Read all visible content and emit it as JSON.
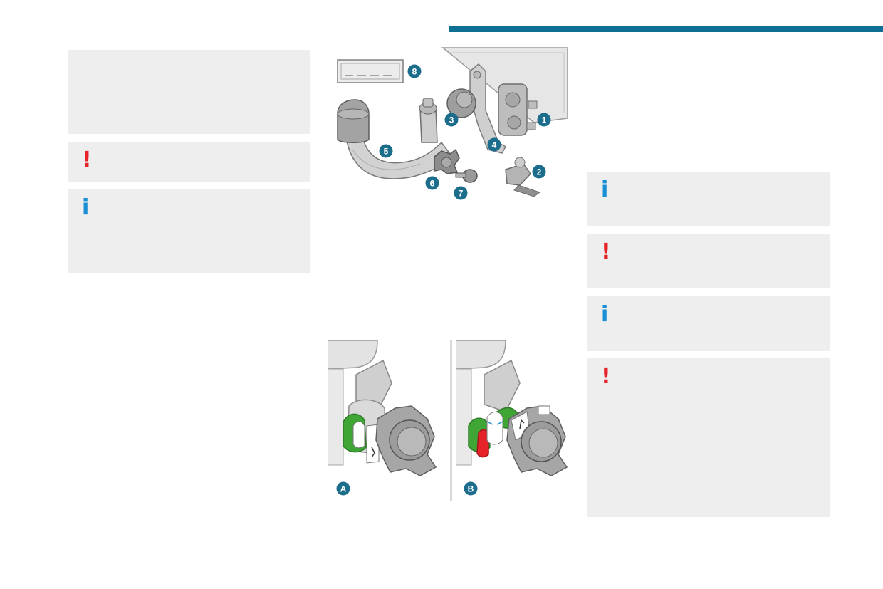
{
  "colors": {
    "accent_bar": "#0e7095",
    "panel_bg": "#eeeeee",
    "warning": "#e52329",
    "info": "#1a8fd3",
    "badge": "#1c6c8c"
  },
  "icons": {
    "warning": "!",
    "info": "i"
  },
  "figure_top": {
    "callouts": [
      "1",
      "2",
      "3",
      "4",
      "5",
      "6",
      "7",
      "8"
    ]
  },
  "figure_bottom": {
    "callouts": [
      "A",
      "B"
    ]
  }
}
